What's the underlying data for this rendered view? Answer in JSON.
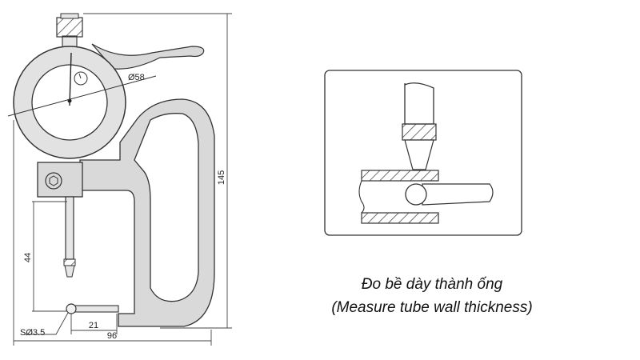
{
  "dimensions": {
    "dial_diameter": "Ø58",
    "total_height": "145",
    "throat_depth": "44",
    "anvil_ball": "SØ3.5",
    "anvil_offset": "21",
    "total_width": "96"
  },
  "caption": {
    "line1": "Đo bề dày thành ống",
    "line2": "(Measure tube wall thickness)"
  },
  "colors": {
    "body_fill": "#d9d9d9",
    "dial_fill": "#e2e2e2",
    "line": "#333333",
    "hatch": "#444444"
  }
}
